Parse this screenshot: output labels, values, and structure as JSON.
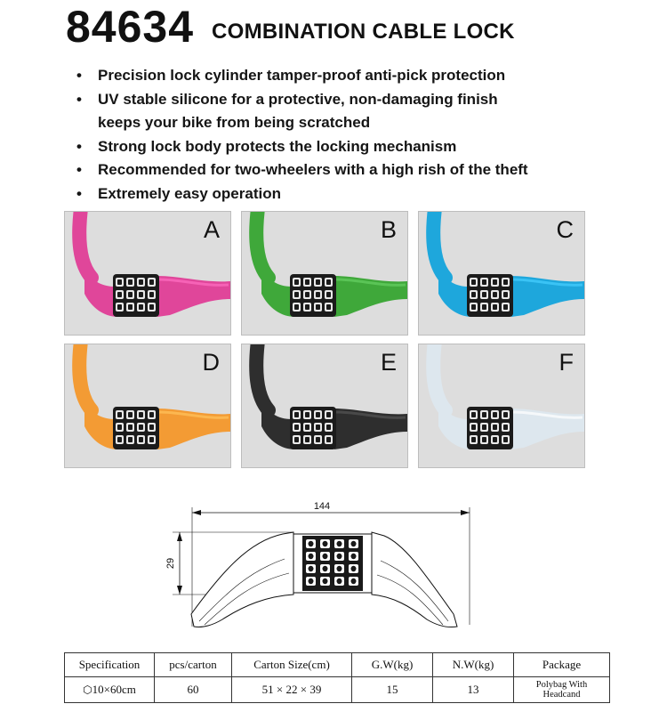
{
  "header": {
    "model": "84634",
    "title": "COMBINATION CABLE LOCK"
  },
  "features": [
    "Precision lock cylinder tamper-proof anti-pick protection",
    "UV stable silicone for a protective, non-damaging finish",
    "Strong lock body protects the locking mechanism",
    "Recommended for two-wheelers with a high rish of the theft",
    "Extremely easy operation"
  ],
  "feature_continuation": "keeps your bike from being scratched",
  "bullet_symbol": "•",
  "variants": [
    {
      "letter": "A",
      "color": "#e0469a"
    },
    {
      "letter": "B",
      "color": "#3fa83a"
    },
    {
      "letter": "C",
      "color": "#1ea7dc"
    },
    {
      "letter": "D",
      "color": "#f39b34"
    },
    {
      "letter": "E",
      "color": "#2e2e2e"
    },
    {
      "letter": "F",
      "color": "#dde7ee"
    }
  ],
  "diagram": {
    "length_label": "144",
    "height_label": "29"
  },
  "spec_table": {
    "headers": [
      "Specification",
      "pcs/carton",
      "Carton Size(cm)",
      "G.W(kg)",
      "N.W(kg)",
      "Package"
    ],
    "row": {
      "symbol": "⬡",
      "specification": "10×60cm",
      "pcs_carton": "60",
      "carton_size": "51 × 22 × 39",
      "gw": "15",
      "nw": "13",
      "package_line1": "Polybag With",
      "package_line2": "Headcand"
    }
  }
}
